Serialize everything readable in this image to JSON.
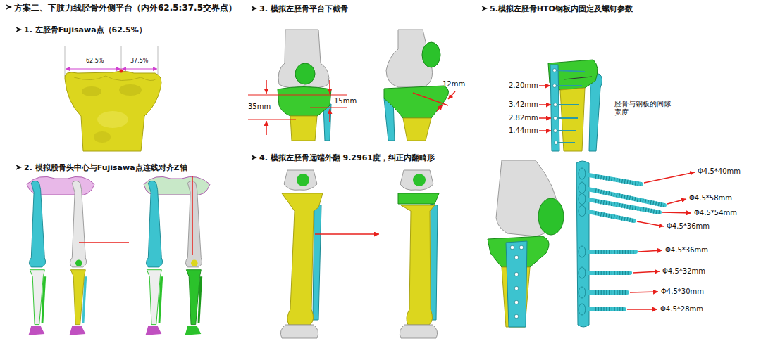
{
  "diagram": {
    "title": "方案二、下肢力线胫骨外侧平台（内外62.5:37.5交界点）",
    "labels": [
      "1. 左胫骨Fujisawa点（62.5%）",
      "62.5%",
      "37.5%",
      "2. 模拟股骨头中心与Fujisawa点连线对齐Z轴",
      "3. 模拟左胫骨平台下截骨",
      "35mm",
      "15mm",
      "12mm",
      "4. 模拟左胫骨远端外翻 9.2961度，纠正内翻畸形",
      "5.模拟左胫骨HTO钢板内固定及螺钉参数",
      "2.20mm",
      "3.42mm",
      "2.82mm",
      "1.44mm",
      "胫骨与钢板的间隙 宽度",
      "Φ4.5*40mm",
      "Φ4.5*58mm",
      "Φ4.5*54mm",
      "Φ4.5*36mm",
      "Φ4.5*36mm",
      "Φ4.5*32mm",
      "Φ4.5*30mm",
      "Φ4.5*28mm"
    ]
  }
}
